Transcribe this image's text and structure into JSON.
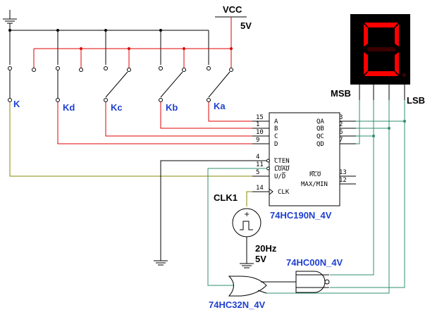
{
  "colors": {
    "red_wire": "#e00000",
    "black_wire": "#000000",
    "olive_wire": "#8a8a00",
    "teal_wire": "#2f8f6f",
    "label_blue": "#1e3fd0",
    "display_bg": "#000000",
    "display_seg_on": "#ff0000",
    "display_seg_off": "#3a0000"
  },
  "power": {
    "vcc_label": "VCC",
    "vcc_value": "5V"
  },
  "switches": [
    {
      "label": "K"
    },
    {
      "label": "Kd"
    },
    {
      "label": "Kc"
    },
    {
      "label": "Kb"
    },
    {
      "label": "Ka"
    }
  ],
  "display": {
    "digit": "0",
    "msb_label": "MSB",
    "lsb_label": "LSB"
  },
  "counter": {
    "name": "74HC190N_4V",
    "left_pins": [
      {
        "num": "15",
        "name": "A"
      },
      {
        "num": "1",
        "name": "B"
      },
      {
        "num": "10",
        "name": "C"
      },
      {
        "num": "9",
        "name": "D"
      },
      {
        "num": "4",
        "name": "CTEN"
      },
      {
        "num": "11",
        "name": "LOAD"
      },
      {
        "num": "5",
        "name": "U/D"
      },
      {
        "num": "14",
        "name": "CLK"
      }
    ],
    "right_pins": [
      {
        "num": "3",
        "name": "QA"
      },
      {
        "num": "2",
        "name": "QB"
      },
      {
        "num": "6",
        "name": "QC"
      },
      {
        "num": "7",
        "name": "QD"
      },
      {
        "num": "13",
        "name": "RCO"
      },
      {
        "num": "12",
        "name": "MAX/MIN"
      }
    ]
  },
  "clock": {
    "name": "CLK1",
    "frequency": "20Hz",
    "voltage": "5V"
  },
  "gates": {
    "nand": "74HC00N_4V",
    "or": "74HC32N_4V"
  }
}
